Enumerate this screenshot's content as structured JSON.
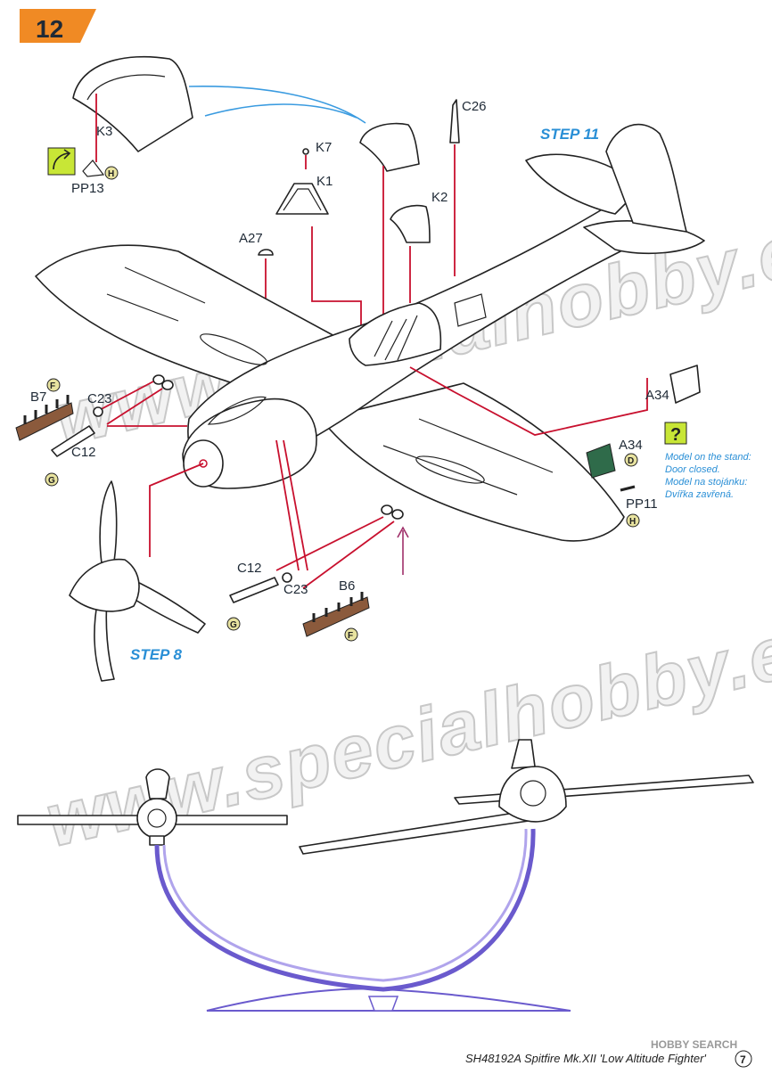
{
  "page_number_badge": "12",
  "step_labels": {
    "step11": "STEP 11",
    "step8": "STEP 8"
  },
  "part_labels": {
    "k3": "K3",
    "pp13": "PP13",
    "c26": "C26",
    "k7": "K7",
    "k1": "K1",
    "k2": "K2",
    "a27": "A27",
    "b7": "B7",
    "c23_top": "C23",
    "c12_top": "C12",
    "a34_top": "A34",
    "a34_bottom": "A34",
    "pp11": "PP11",
    "c12_bottom": "C12",
    "c23_bottom": "C23",
    "b6": "B6"
  },
  "paint_codes": {
    "h1": "H",
    "f1": "F",
    "g1": "G",
    "d1": "D",
    "h2": "H",
    "g2": "G",
    "f2": "F"
  },
  "stand_note": {
    "line1": "Model on the stand:",
    "line2": "Door closed.",
    "line3": "Model na stojánku:",
    "line4": "Dvířka zavřená."
  },
  "question_mark": "?",
  "watermarks": {
    "upper": "www.specialhobby.eu",
    "lower": "www.specialhobby.eu"
  },
  "footer": {
    "caption": "SH48192A  Spitfire Mk.XII 'Low Altitude Fighter'",
    "page": "7",
    "brand": "HOBBY SEARCH"
  },
  "colors": {
    "badge": "#f08a24",
    "step": "#2a8fd6",
    "lines": "#c8102e",
    "stand": "#6a5acd",
    "sprue_brown": "#8b5a3c",
    "highlight_green": "#c8e636"
  }
}
